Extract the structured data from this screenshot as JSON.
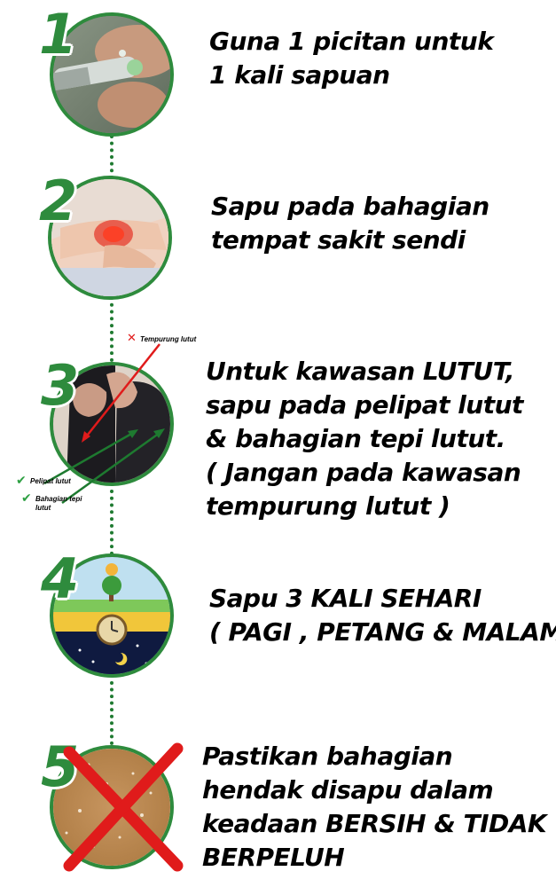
{
  "steps": [
    {
      "number": "1",
      "lines": [
        "Guna 1 picitan untuk",
        "1 kali sapuan"
      ]
    },
    {
      "number": "2",
      "lines": [
        "Sapu pada bahagian",
        "tempat sakit sendi"
      ]
    },
    {
      "number": "3",
      "lines": [
        "Untuk kawasan LUTUT,",
        "sapu pada pelipat lutut",
        "& bahagian tepi lutut.",
        "( Jangan pada kawasan",
        "tempurung lutut )"
      ]
    },
    {
      "number": "4",
      "lines": [
        "Sapu 3 KALI SEHARI",
        "( PAGI , PETANG & MALAM )"
      ]
    },
    {
      "number": "5",
      "lines": [
        "Pastikan bahagian",
        "hendak disapu dalam",
        "keadaan BERSIH & TIDAK",
        "BERPELUH"
      ]
    }
  ],
  "knee_labels": {
    "wrong": "Tempurung lutut",
    "correct_1": "Pelipat lutut",
    "correct_2a": "Bahagian tepi",
    "correct_2b": "lutut"
  },
  "colors": {
    "accent": "#2e8b3d",
    "cross": "#e01b1b",
    "text": "#000000"
  },
  "icons": [
    "checkmark-icon",
    "cross-icon",
    "sun-icon",
    "moon-icon",
    "clock-icon",
    "tree-icon"
  ]
}
